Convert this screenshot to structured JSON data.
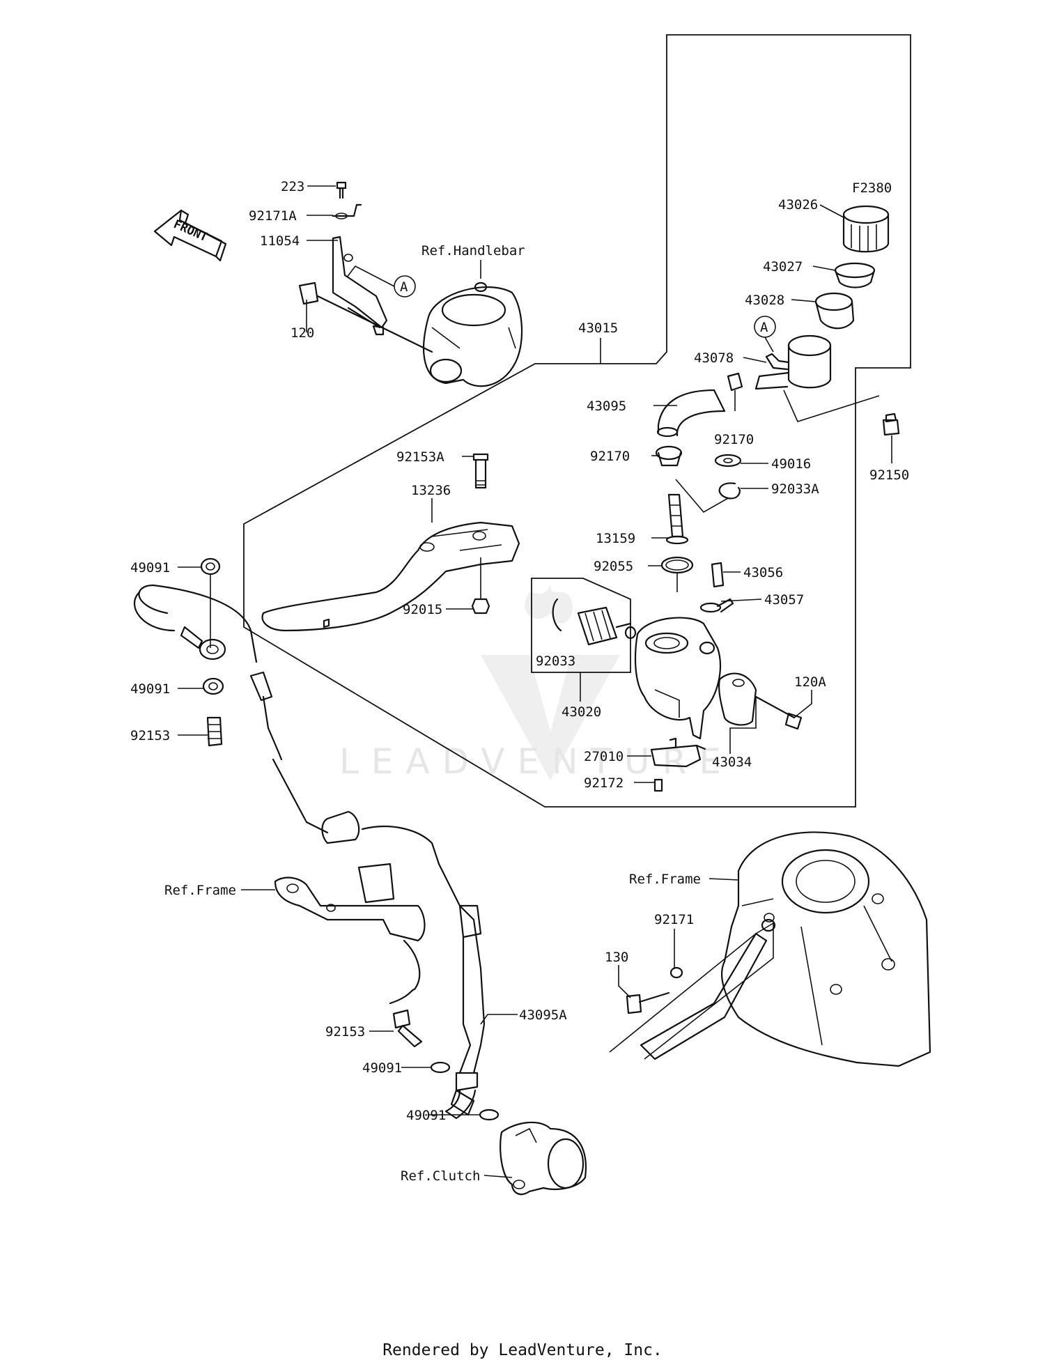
{
  "diagram_code": "F2380",
  "front_label": "FRONT",
  "watermark": "LEADVENTURE",
  "callout_letter": "A",
  "parts": [
    {
      "label": "223"
    },
    {
      "label": "92171A"
    },
    {
      "label": "11054"
    },
    {
      "label": "120"
    },
    {
      "label": "Ref.Handlebar"
    },
    {
      "label": "43015"
    },
    {
      "label": "43026"
    },
    {
      "label": "43027"
    },
    {
      "label": "43028"
    },
    {
      "label": "43078"
    },
    {
      "label": "43095"
    },
    {
      "label": "92170"
    },
    {
      "label": "92150"
    },
    {
      "label": "92153A"
    },
    {
      "label": "92170"
    },
    {
      "label": "49016"
    },
    {
      "label": "13236"
    },
    {
      "label": "92033A"
    },
    {
      "label": "13159"
    },
    {
      "label": "92055"
    },
    {
      "label": "43056"
    },
    {
      "label": "43057"
    },
    {
      "label": "49091"
    },
    {
      "label": "92015"
    },
    {
      "label": "92033"
    },
    {
      "label": "49091"
    },
    {
      "label": "120A"
    },
    {
      "label": "43020"
    },
    {
      "label": "92153"
    },
    {
      "label": "27010"
    },
    {
      "label": "43034"
    },
    {
      "label": "92172"
    },
    {
      "label": "Ref.Frame"
    },
    {
      "label": "Ref.Frame"
    },
    {
      "label": "92171"
    },
    {
      "label": "130"
    },
    {
      "label": "43095A"
    },
    {
      "label": "92153"
    },
    {
      "label": "49091"
    },
    {
      "label": "49091"
    },
    {
      "label": "Ref.Clutch"
    }
  ],
  "footer": "Rendered by LeadVenture, Inc."
}
